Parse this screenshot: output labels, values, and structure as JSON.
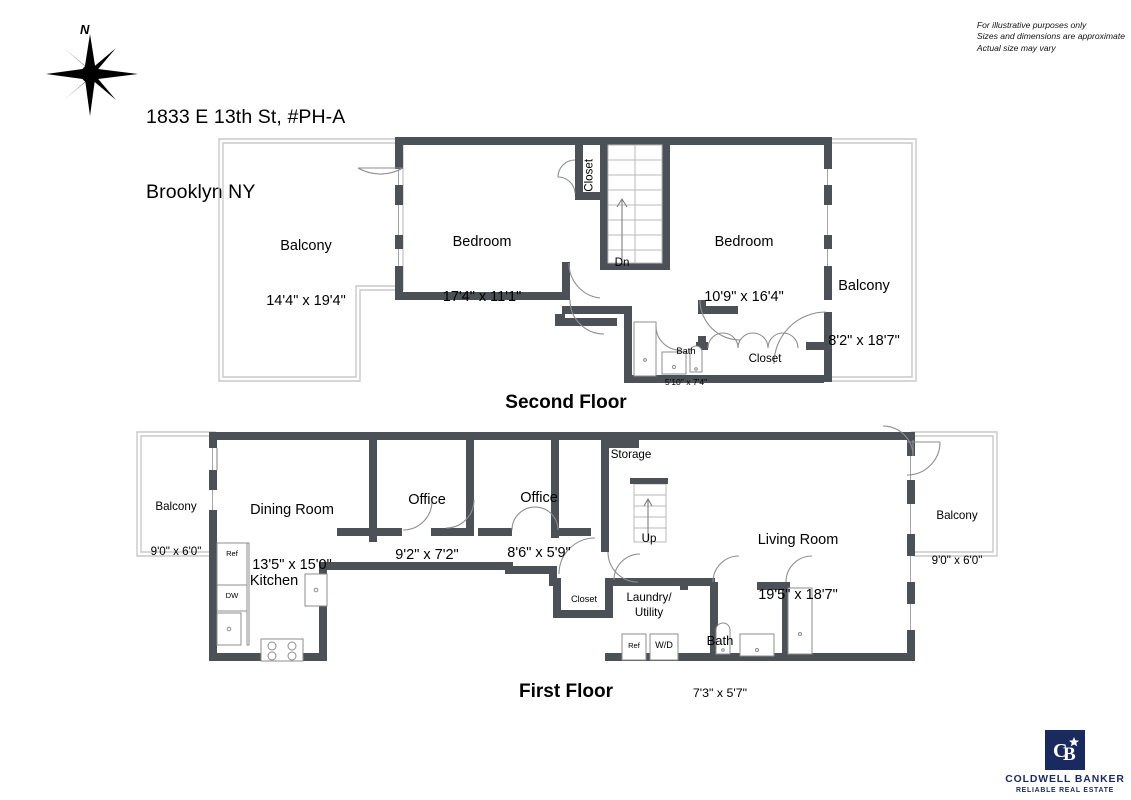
{
  "header": {
    "compass_label": "N",
    "address_line1": "1833 E 13th St, #PH-A",
    "address_line2": "Brooklyn NY",
    "disclaimer": "For illustrative purposes only\nSizes and dimensions are approximate\nActual size may vary"
  },
  "floors": [
    {
      "title": "Second Floor",
      "rooms": [
        {
          "name": "Balcony",
          "dims": "14'4\" x 19'4\""
        },
        {
          "name": "Bedroom",
          "dims": "17'4\" x 11'1\""
        },
        {
          "name": "Bedroom",
          "dims": "10'9\" x 16'4\""
        },
        {
          "name": "Balcony",
          "dims": "8'2\" x 18'7\""
        },
        {
          "name": "Bath",
          "dims": "5'10\" x 7'4\""
        },
        {
          "name": "Closet",
          "dims": ""
        },
        {
          "name": "Closet",
          "dims": ""
        }
      ],
      "stair_label": "Dn"
    },
    {
      "title": "First Floor",
      "rooms": [
        {
          "name": "Balcony",
          "dims": "9'0\" x 6'0\""
        },
        {
          "name": "Dining Room",
          "dims": "13'5\" x 15'0\""
        },
        {
          "name": "Office",
          "dims": "9'2\" x 7'2\""
        },
        {
          "name": "Office",
          "dims": "8'6\" x 5'9\""
        },
        {
          "name": "Storage",
          "dims": ""
        },
        {
          "name": "Living Room",
          "dims": "19'5\" x 18'7\""
        },
        {
          "name": "Balcony",
          "dims": "9'0\" x 6'0\""
        },
        {
          "name": "Kitchen",
          "dims": ""
        },
        {
          "name": "Closet",
          "dims": ""
        },
        {
          "name": "Laundry/\nUtility",
          "dims": ""
        },
        {
          "name": "Bath",
          "dims": "7'3\" x 5'7\""
        }
      ],
      "stair_label": "Up",
      "appliances": [
        "Ref",
        "DW",
        "Ref",
        "W/D"
      ]
    }
  ],
  "logo": {
    "mark": "CB",
    "name": "COLDWELL BANKER",
    "tagline": "RELIABLE REAL ESTATE",
    "color": "#1b2a5e"
  },
  "colors": {
    "wall": "#4b5156",
    "balcony_line": "#c9c9c9",
    "fixture_stroke": "#8d8d8d"
  }
}
